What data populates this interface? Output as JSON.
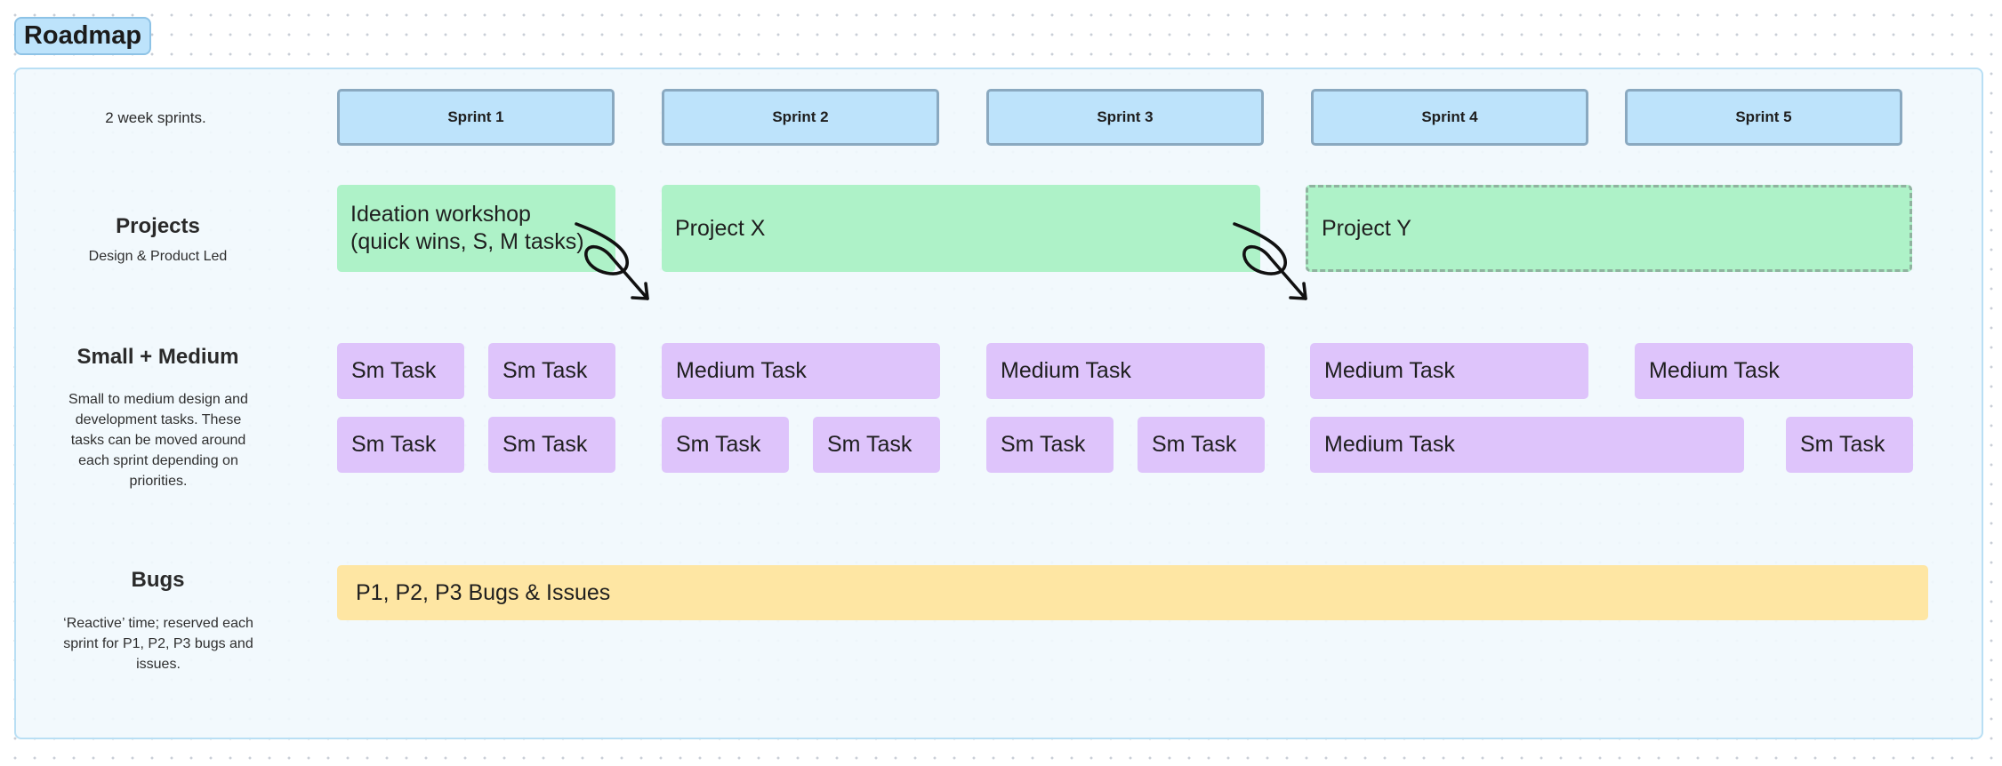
{
  "board": {
    "title": "Roadmap"
  },
  "sprints": {
    "note": "2 week sprints.",
    "items": [
      "Sprint 1",
      "Sprint 2",
      "Sprint 3",
      "Sprint 4",
      "Sprint 5"
    ]
  },
  "rows": {
    "projects": {
      "title": "Projects",
      "subtitle": "Design & Product Led"
    },
    "tasks": {
      "title": "Small + Medium",
      "subtitle": "Small to medium design and development tasks. These tasks can be moved around each sprint depending on priorities."
    },
    "bugs": {
      "title": "Bugs",
      "subtitle": "‘Reactive’ time; reserved each sprint for P1, P2, P3 bugs and issues."
    }
  },
  "projects": [
    {
      "label": "Ideation workshop\n(quick wins, S, M tasks)",
      "status": "confirmed"
    },
    {
      "label": "Project X",
      "status": "confirmed"
    },
    {
      "label": "Project Y",
      "status": "tentative"
    }
  ],
  "tasks": {
    "row1": [
      "Sm Task",
      "Sm Task",
      "Medium Task",
      "Medium Task",
      "Medium Task",
      "Medium Task"
    ],
    "row2": [
      "Sm Task",
      "Sm Task",
      "Sm Task",
      "Sm Task",
      "Sm Task",
      "Sm Task",
      "Medium Task",
      "Sm Task"
    ]
  },
  "bugs": {
    "label": "P1, P2, P3 Bugs & Issues"
  },
  "colors": {
    "sprint_fill": "#bde3fb",
    "project_fill": "#aef2c8",
    "task_fill": "#dec4fb",
    "bug_fill": "#fee6a3",
    "section_border": "#b9dff4"
  },
  "icons": {
    "connector": "hand-drawn-loop-arrow"
  }
}
